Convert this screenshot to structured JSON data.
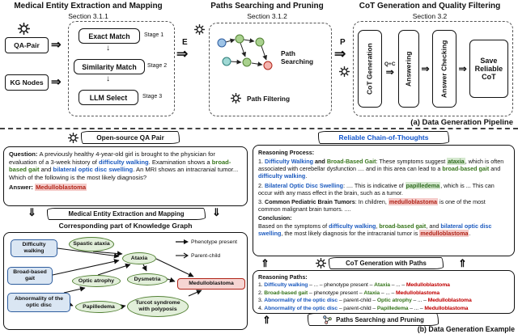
{
  "colors": {
    "entity_blue": "#1d5bbf",
    "entity_green": "#38761d",
    "entity_red": "#c00000",
    "title_blue": "#1155cc"
  },
  "pipeline": {
    "panel1": {
      "title": "Medical Entity Extraction and Mapping",
      "section": "Section 3.1.1",
      "input1": "QA-Pair",
      "input2": "KG Nodes",
      "stage1": "Exact Match",
      "stage1_tag": "Stage 1",
      "stage2": "Similarity Match",
      "stage2_tag": "Stage 2",
      "stage3": "LLM Select",
      "stage3_tag": "Stage 3"
    },
    "edge_e": "E",
    "edge_p": "P",
    "panel2": {
      "title": "Paths Searching and Pruning",
      "section": "Section 3.1.2",
      "searching": "Path Searching",
      "filtering": "Path Filtering"
    },
    "panel3": {
      "title": "CoT Generation and Quality Filtering",
      "section": "Section 3.2",
      "step1": "CoT Generation",
      "qc": "Q+C",
      "step2": "Answering",
      "step3": "Answer Checking",
      "step4": "Save Reliable CoT"
    },
    "caption": "(a) Data Generation Pipeline"
  },
  "example": {
    "qa_title": "Open-source QA Pair",
    "qa_q": [
      "Question: ",
      "A previously healthy 4-year-old girl is brought to the physician for evaluation of a 3-week history of ",
      "difficulty walking",
      ". Examination shows a ",
      "broad-based gait",
      " and ",
      "bilateral optic disc swelling",
      ". An MRI shows an intracranial tumor... Which of the following is the most likely diagnosis?"
    ],
    "qa_a": [
      "Answer: ",
      "Medulloblastoma"
    ],
    "extract_label": "Medical Entity Extraction and Mapping",
    "kg_caption": "Corresponding part of Knowledge Graph",
    "kg": {
      "legend_phenotype": "Phenotype present",
      "legend_parent": "Parent-child",
      "n_difficulty": "Difficulty walking",
      "n_spastic": "Spastic ataxia",
      "n_ataxia": "Ataxia",
      "n_bbg": "Broad-based gait",
      "n_optic_atrophy": "Optic atrophy",
      "n_dysmetria": "Dysmetria",
      "n_medullo": "Medulloblastoma",
      "n_abn": "Abnormality of the optic disc",
      "n_papilledema": "Papilledema",
      "n_turcot": "Turcot syndrome with polyposis"
    },
    "rcot_title": "Reliable Chain-of-Thoughts",
    "rp_header": "Reasoning Process:",
    "rp1": [
      "1. ",
      "Difficulty Walking",
      " and ",
      "Broad-Based Gait",
      ": These symptoms suggest ",
      "ataxia",
      ", which is often associated with cerebellar dysfunction .... and in this area can lead to a ",
      "broad-based gait",
      " and ",
      "difficulty walking",
      "."
    ],
    "rp2": [
      "2. ",
      "Bilateral Optic Disc Swelling",
      ": .... This is indicative of ",
      "papilledema",
      ", which is ... This can occur with any mass effect in the brain, such as a tumor."
    ],
    "rp3": [
      "3. ",
      "Common Pediatric Brain Tumors",
      ": In children, ",
      "medulloblastoma",
      " is one of the most common malignant brain tumors. ...."
    ],
    "conclusion_label": "Conclusion:",
    "conclusion": [
      "Based on the symptoms of ",
      "difficulty walking",
      ", ",
      "broad-based gait",
      ", and ",
      "bilateral optic disc swelling",
      ", the most likely diagnosis for the intracranial tumor is ",
      "medulloblastoma",
      "."
    ],
    "cot_label": "CoT Generation with Paths",
    "paths_header": "Reasoning Paths:",
    "path1": [
      "1. ",
      "Difficulty walking",
      " – ... – phenotype present – ",
      "Ataxia",
      " – ... – ",
      "Medulloblastoma"
    ],
    "path2": [
      "2. ",
      "Broad-based gait",
      " – phenotype present – ",
      "Ataxia",
      " – ... – ",
      "Medulloblastoma"
    ],
    "path3": [
      "3. ",
      "Abnormality of the optic disc",
      " – parent-child – ",
      "Optic atrophy",
      " – ... – ",
      "Medulloblastoma"
    ],
    "path4": [
      "4. ",
      "Abnormality of the optic disc",
      " – parent-child – ",
      "Papilledema",
      " – ... – ",
      "Medulloblastoma"
    ],
    "prune_label": "Paths Searching and Pruning",
    "caption": "(b) Data Generation Example"
  }
}
